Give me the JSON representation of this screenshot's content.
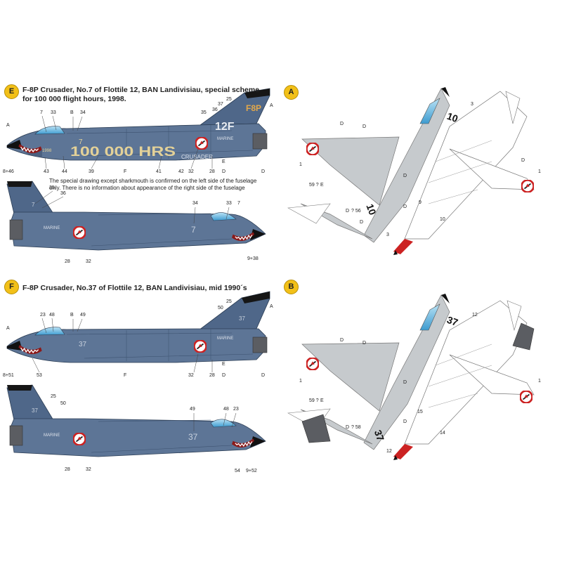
{
  "colors": {
    "aircraft_blue": "#5d7596",
    "aircraft_dark": "#4d6585",
    "light_grey": "#c6cacd",
    "badge_yellow": "#f2c018",
    "roundel_red": "#cc2222",
    "canopy_blue": "#64b7e2",
    "hrs_text": "#e3d198"
  },
  "scheme_e": {
    "badge": "E",
    "caption_line1": "F-8P Crusader, No.7 of Flottile 12, BAN Landivisiau, special scheme",
    "caption_line2": "for 100 000 flight hours, 1998.",
    "note_line1": "The special drawing except sharkmouth is confirmed on the left side of the fuselage",
    "note_line2": "only. There is no information about appearance of the right side of the fuselage",
    "fuselage_text": "100 000 HRS",
    "tail_code": "12F",
    "tail_code_top": "F8P",
    "crusader_text": "CRUSADER",
    "marine_text": "MARINE",
    "number": "7",
    "small_text": "1998",
    "callouts_left": [
      "A",
      "7",
      "33",
      "B",
      "34",
      "25",
      "37",
      "36",
      "35",
      "A",
      "8+46",
      "43",
      "44",
      "39",
      "F",
      "41",
      "42",
      "32",
      "28",
      "D",
      "E",
      "D"
    ],
    "callouts_right": [
      "25",
      "36",
      "34",
      "33",
      "7",
      "28",
      "32",
      "9+38"
    ]
  },
  "scheme_f": {
    "badge": "F",
    "caption": "F-8P Crusader, No.37 of Flottile 12, BAN Landivisiau, mid 1990´s",
    "number": "37",
    "marine_text": "MARINE",
    "callouts_left": [
      "A",
      "25",
      "50",
      "A",
      "23",
      "48",
      "B",
      "49",
      "8+51",
      "53",
      "F",
      "32",
      "28",
      "D",
      "E",
      "D"
    ],
    "callouts_right": [
      "25",
      "50",
      "49",
      "48",
      "23",
      "28",
      "32",
      "54",
      "9+52"
    ]
  },
  "plan_a": {
    "badge": "A",
    "number": "10",
    "callouts": [
      "D",
      "D",
      "1",
      "D",
      "59 ?",
      "E",
      "D",
      "? 56",
      "D",
      "3",
      "3",
      "D",
      "1",
      "9",
      "10",
      "D"
    ]
  },
  "plan_b": {
    "badge": "B",
    "number": "37",
    "callouts": [
      "D",
      "D",
      "1",
      "D",
      "59 ?",
      "E",
      "D",
      "? 58",
      "D",
      "12",
      "12",
      "1",
      "15",
      "14"
    ]
  }
}
